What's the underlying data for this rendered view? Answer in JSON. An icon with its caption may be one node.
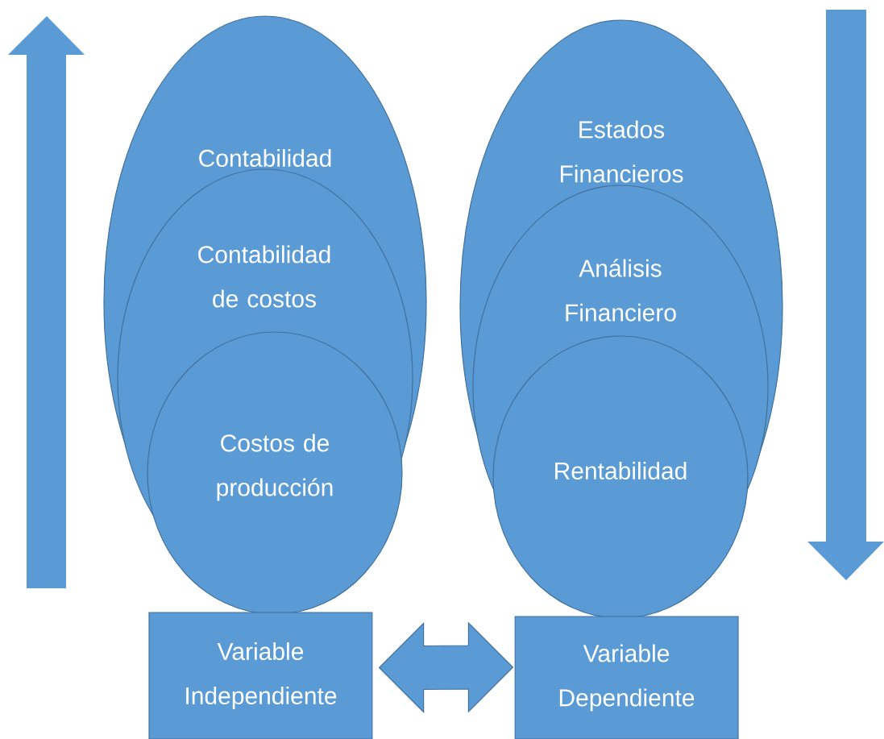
{
  "diagram": {
    "nodes": [
      {
        "text": [
          "Contabilidad"
        ]
      },
      {
        "text": [
          "Contabilidad de costos"
        ],
        "in": 0
      },
      {
        "text": [
          "Costos de producción"
        ]
      },
      {
        "text": [
          "Estados Financieros"
        ]
      },
      {
        "text": [
          "Análisis Financiero"
        ],
        "in": 3
      },
      {
        "text": [
          "Rentabilidad"
        ]
      },
      {
        "text": [
          "Variable Independiente"
        ]
      },
      {
        "text": [
          "Variable Dependiente"
        ]
      }
    ],
    "edges": [
      {
        "from": 6,
        "to": 7,
        "arrow": "both"
      }
    ]
  }
}
